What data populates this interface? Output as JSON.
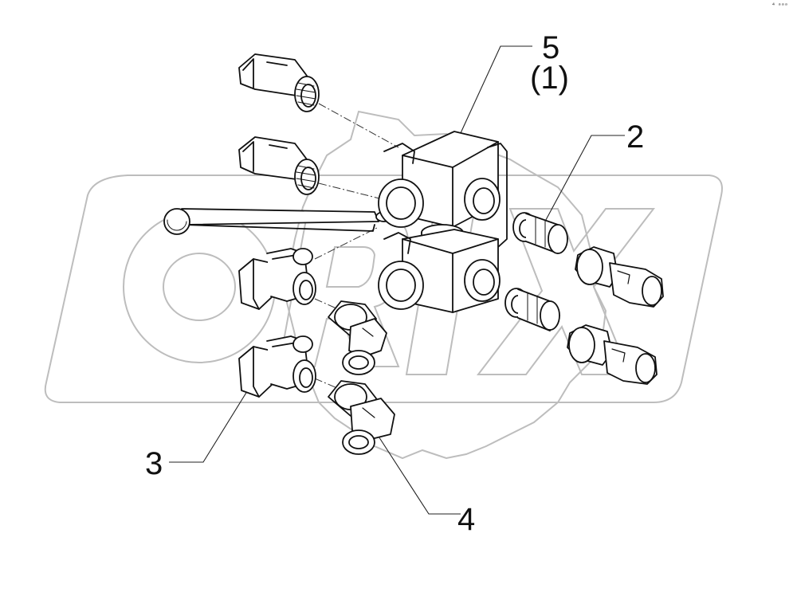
{
  "diagram": {
    "callouts": {
      "item_5": "5",
      "item_5_qty": "(1)",
      "item_2": "2",
      "item_3": "3",
      "item_4": "4"
    },
    "watermark_text": "ORIX",
    "corner_mark": "⁴ ᵃᵃᵃ"
  }
}
